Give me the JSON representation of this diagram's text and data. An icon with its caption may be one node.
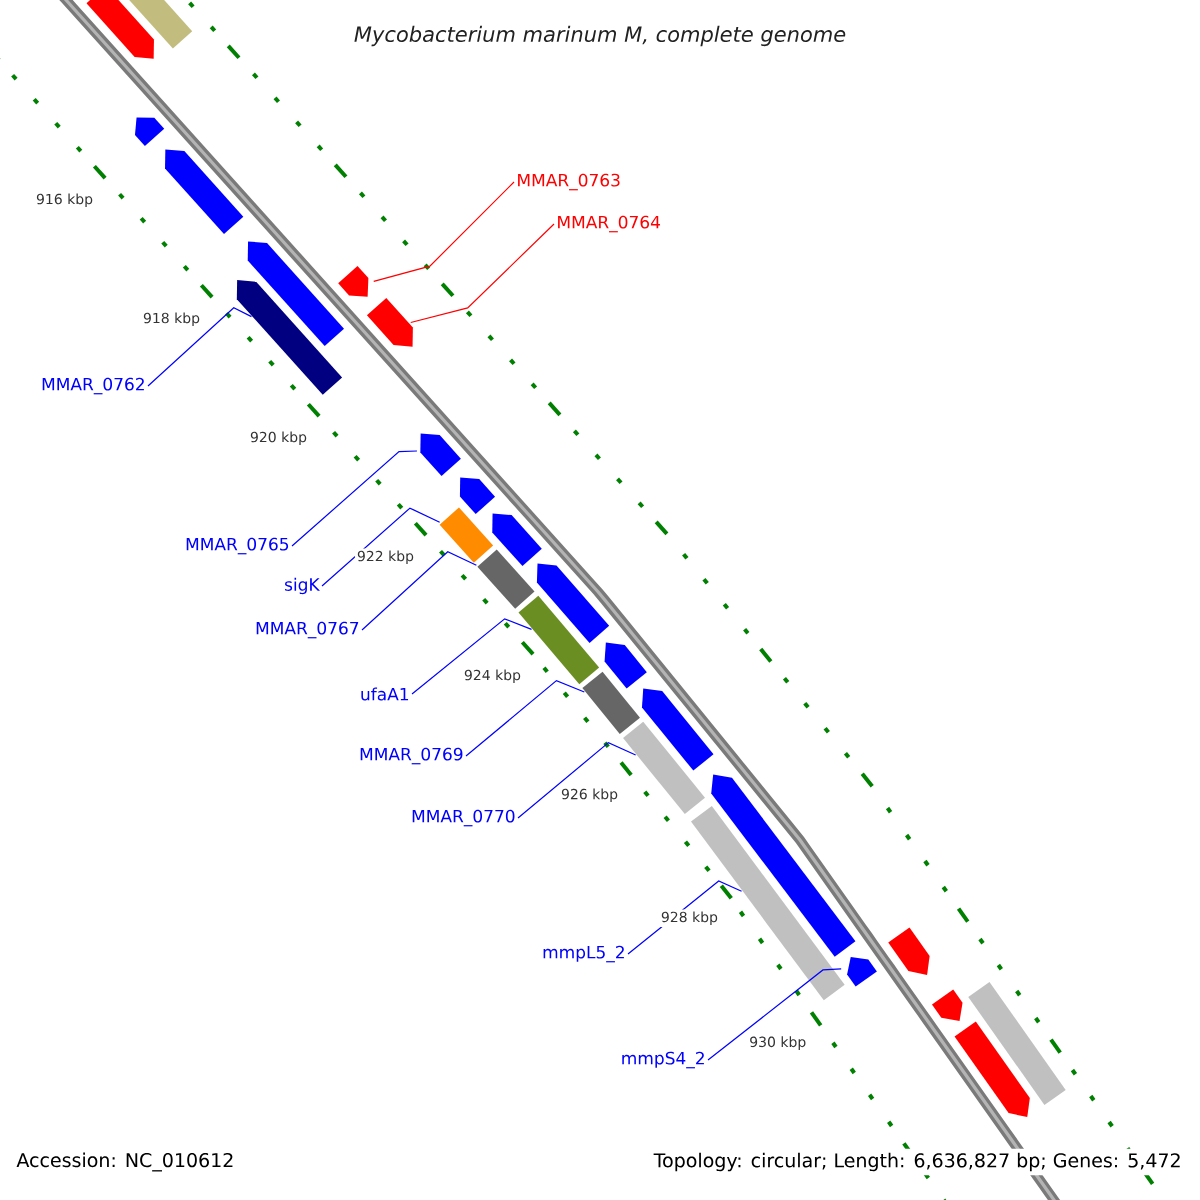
{
  "diagram": {
    "title": "Mycobacterium marinum M, complete genome",
    "nodes": [
      {
        "text": [
          "MMAR_0763"
        ]
      },
      {
        "text": [
          "MMAR_0764"
        ]
      },
      {
        "text": [
          "MMAR_0762"
        ]
      },
      {
        "text": [
          "MMAR_0765"
        ]
      },
      {
        "text": [
          "sigK"
        ]
      },
      {
        "text": [
          "MMAR_0767"
        ]
      },
      {
        "text": [
          "ufaA1"
        ]
      },
      {
        "text": [
          "MMAR_0769"
        ]
      },
      {
        "text": [
          "MMAR_0770"
        ]
      },
      {
        "text": [
          "mmpL5_2"
        ]
      },
      {
        "text": [
          "mmpS4_2"
        ]
      },
      {
        "text": [],
        "shape": "bar"
      },
      {
        "text": [],
        "shape": "arrow"
      },
      {
        "text": [],
        "shape": "arrow"
      },
      {
        "text": [],
        "shape": "arrow"
      },
      {
        "text": [],
        "shape": "arrow"
      },
      {
        "text": [],
        "shape": "arrow"
      },
      {
        "text": [],
        "shape": "arrow"
      },
      {
        "text": [],
        "shape": "arrow"
      },
      {
        "text": [],
        "shape": "arrow"
      },
      {
        "text": [],
        "shape": "arrow"
      },
      {
        "text": [],
        "shape": "bar"
      },
      {
        "text": [],
        "shape": "arrow"
      },
      {
        "text": [],
        "shape": "bar"
      },
      {
        "text": [],
        "shape": "arrow"
      },
      {
        "text": [],
        "shape": "bar"
      },
      {
        "text": [],
        "shape": "arrow"
      },
      {
        "text": [],
        "shape": "bar"
      },
      {
        "text": [],
        "shape": "arrow"
      },
      {
        "text": [],
        "shape": "bar"
      },
      {
        "text": [],
        "shape": "arrow"
      },
      {
        "text": [],
        "shape": "bar"
      },
      {
        "text": [],
        "shape": "arrow"
      },
      {
        "text": [],
        "shape": "arrow"
      },
      {
        "text": [],
        "shape": "arrow"
      },
      {
        "text": [],
        "shape": "bar"
      },
      {
        "text": [],
        "shape": "arrow"
      }
    ],
    "edges": [
      {
        "from": 0,
        "to": 17,
        "arrow": "none",
        "color": "#ff0000"
      },
      {
        "from": 1,
        "to": 18,
        "arrow": "none",
        "color": "#ff0000"
      },
      {
        "from": 2,
        "to": 16,
        "arrow": "none"
      },
      {
        "from": 3,
        "to": 19,
        "arrow": "none"
      },
      {
        "from": 4,
        "to": 21,
        "arrow": "none"
      },
      {
        "from": 5,
        "to": 23,
        "arrow": "none"
      },
      {
        "from": 6,
        "to": 25,
        "arrow": "none"
      },
      {
        "from": 7,
        "to": 27,
        "arrow": "none"
      },
      {
        "from": 8,
        "to": 29,
        "arrow": "none"
      },
      {
        "from": 9,
        "to": 31,
        "arrow": "none"
      },
      {
        "from": 10,
        "to": 32,
        "arrow": "none"
      }
    ],
    "labels": [
      "916 kbp",
      "918 kbp",
      "920 kbp",
      "922 kbp",
      "924 kbp",
      "926 kbp",
      "928 kbp",
      "930 kbp",
      "Accession: NC_010612",
      "Topology: circular; Length: 6,636,827 bp; Genes: 5,472"
    ]
  }
}
